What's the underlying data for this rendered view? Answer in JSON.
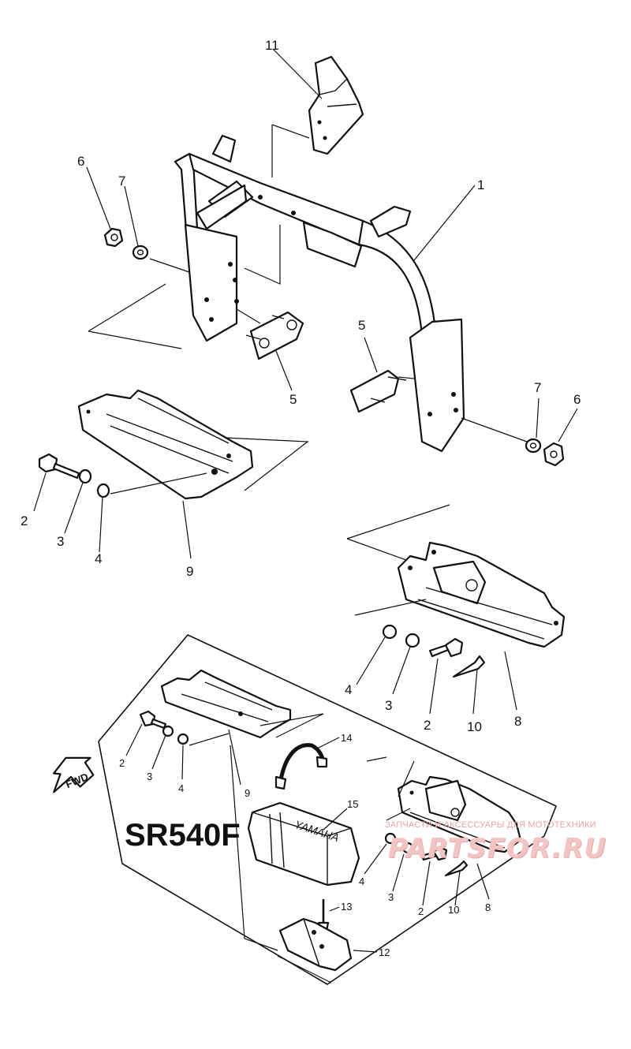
{
  "diagram": {
    "callouts_main": [
      {
        "id": "c11",
        "text": "11"
      },
      {
        "id": "c1",
        "text": "1"
      },
      {
        "id": "c6a",
        "text": "6"
      },
      {
        "id": "c7a",
        "text": "7"
      },
      {
        "id": "c5a",
        "text": "5"
      },
      {
        "id": "c5b",
        "text": "5"
      },
      {
        "id": "c7b",
        "text": "7"
      },
      {
        "id": "c6b",
        "text": "6"
      },
      {
        "id": "c2a",
        "text": "2"
      },
      {
        "id": "c3a",
        "text": "3"
      },
      {
        "id": "c4a",
        "text": "4"
      },
      {
        "id": "c9a",
        "text": "9"
      },
      {
        "id": "c4b",
        "text": "4"
      },
      {
        "id": "c3b",
        "text": "3"
      },
      {
        "id": "c2b",
        "text": "2"
      },
      {
        "id": "c10a",
        "text": "10"
      },
      {
        "id": "c8a",
        "text": "8"
      }
    ],
    "callouts_inset": [
      {
        "id": "i2a",
        "text": "2"
      },
      {
        "id": "i3a",
        "text": "3"
      },
      {
        "id": "i4a",
        "text": "4"
      },
      {
        "id": "i9",
        "text": "9"
      },
      {
        "id": "i14",
        "text": "14"
      },
      {
        "id": "i15",
        "text": "15"
      },
      {
        "id": "i4b",
        "text": "4"
      },
      {
        "id": "i3b",
        "text": "3"
      },
      {
        "id": "i2b",
        "text": "2"
      },
      {
        "id": "i10",
        "text": "10"
      },
      {
        "id": "i8",
        "text": "8"
      },
      {
        "id": "i13",
        "text": "13"
      },
      {
        "id": "i12",
        "text": "12"
      }
    ],
    "inset_model": "SR540F",
    "fwd_arrow_text": "FWD",
    "battery_brand": "YAMAHA"
  },
  "watermark": {
    "tagline": "ЗАПЧАСТИ И АКСЕССУАРЫ ДЛЯ МОТОТЕХНИКИ",
    "brand": "PARTSFOR.RU"
  }
}
